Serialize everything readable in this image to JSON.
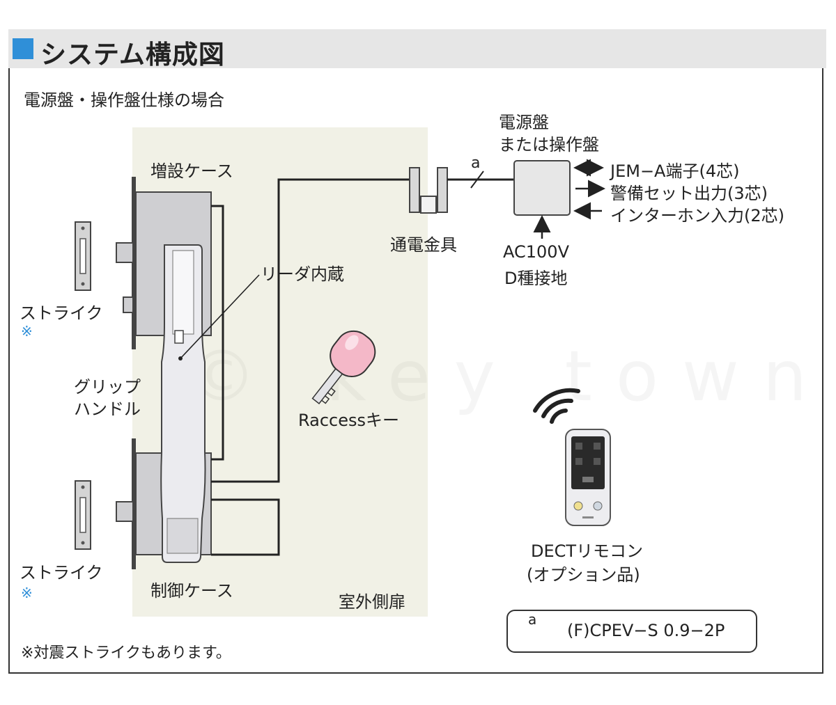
{
  "header": {
    "title": "システム構成図",
    "accent_color": "#2f8fd8"
  },
  "subtitle": "電源盤・操作盤仕様の場合",
  "labels": {
    "expansion_case": "増設ケース",
    "reader_builtin": "リーダ内蔵",
    "strike": "ストライク",
    "grip_handle_line1": "グリップ",
    "grip_handle_line2": "ハンドル",
    "control_case": "制御ケース",
    "outdoor_door": "室外側扉",
    "raccess_key": "Raccessキー",
    "energizing_fitting": "通電金具",
    "power_panel_line1": "電源盤",
    "power_panel_line2": "または操作盤",
    "ac_line1": "AC100V",
    "ac_line2": "D種接地",
    "jem_terminal": "JEM−A端子(4芯)",
    "security_output": "警備セット出力(3芯)",
    "intercom_input": "インターホン入力(2芯)",
    "dect_line1": "DECTリモコン",
    "dect_line2": "(オプション品)",
    "cable_mark": "a",
    "cable_spec": "(F)CPEV−S 0.9−2P",
    "strike_mark": "※",
    "footnote": "※対震ストライクもあります。",
    "watermark": "© key town"
  },
  "colors": {
    "door_panel": "#f1f1e6",
    "case_gray": "#cfcfd2",
    "key_pink": "#f4b8c8",
    "line": "#222222"
  },
  "icons": [
    "wireless-signal-icon",
    "remote-control-icon",
    "key-icon"
  ]
}
